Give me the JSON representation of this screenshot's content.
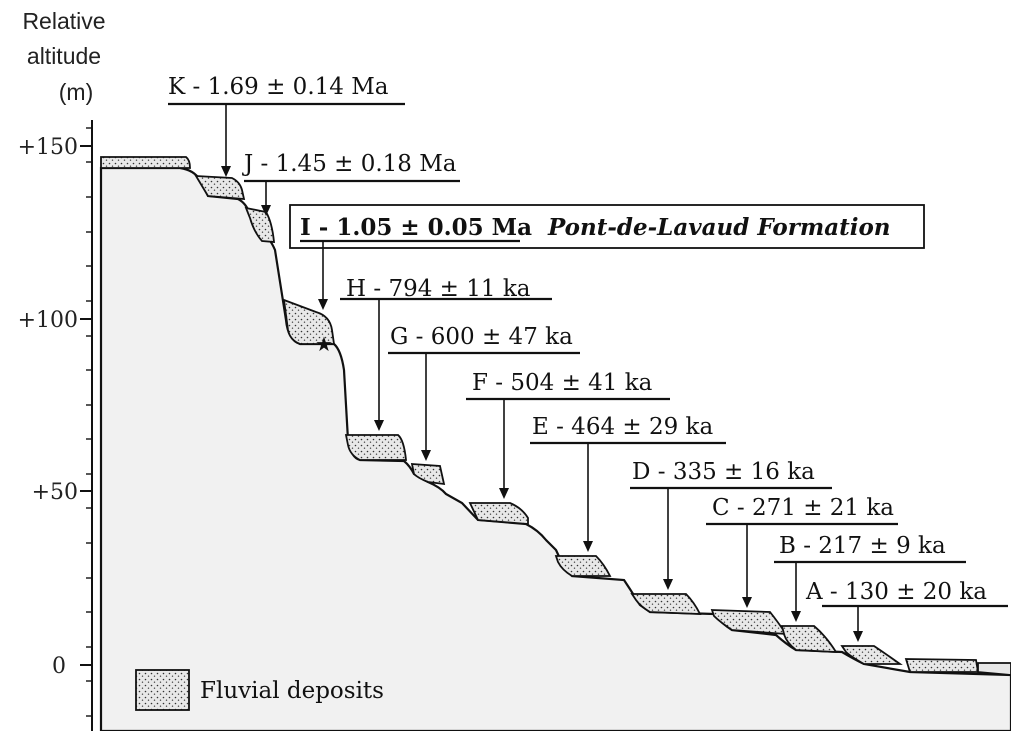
{
  "axis": {
    "title_line1": "Relative",
    "title_line2": "altitude",
    "title_line3": "(m)",
    "ticks": [
      "+150",
      "+100",
      "+50",
      "0"
    ]
  },
  "terraces": [
    {
      "id": "K",
      "label": "K - 1.69 ± 0.14  Ma"
    },
    {
      "id": "J",
      "label": "J - 1.45 ± 0.18  Ma"
    },
    {
      "id": "I",
      "label": "I - 1.05 ± 0.05  Ma",
      "formation": "Pont-de-Lavaud Formation"
    },
    {
      "id": "H",
      "label": "H - 794 ± 11  ka"
    },
    {
      "id": "G",
      "label": "G - 600 ± 47 ka"
    },
    {
      "id": "F",
      "label": "F  - 504 ± 41  ka"
    },
    {
      "id": "E",
      "label": "E - 464 ± 29  ka"
    },
    {
      "id": "D",
      "label": "D - 335 ± 16  ka"
    },
    {
      "id": "C",
      "label": "C - 271 ± 21 ka"
    },
    {
      "id": "B",
      "label": "B - 217  ± 9  ka"
    },
    {
      "id": "A",
      "label": "A - 130  ± 20  ka"
    }
  ],
  "legend": {
    "label": "Fluvial deposits"
  },
  "colors": {
    "bedrock": "#f1f1f1",
    "deposit": "#e6e6e6",
    "ink": "#111111"
  }
}
